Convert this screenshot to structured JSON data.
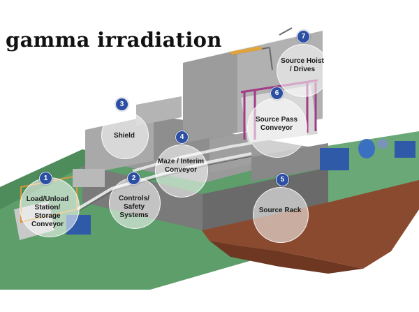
{
  "title": "gamma irradiation",
  "callouts": [
    {
      "number": "1",
      "label": "Load/Unload Station/ Storage Conveyor"
    },
    {
      "number": "2",
      "label": "Controls/ Safety Systems"
    },
    {
      "number": "3",
      "label": "Shield"
    },
    {
      "number": "4",
      "label": "Maze / Interim Conveyor"
    },
    {
      "number": "5",
      "label": "Source Rack"
    },
    {
      "number": "6",
      "label": "Source Pass Conveyor"
    },
    {
      "number": "7",
      "label": "Source Hoist / Drives"
    }
  ],
  "colors": {
    "ground": "#5d9e6a",
    "concrete": "#8d8d8d",
    "concrete_light": "#a8a8a8",
    "concrete_dark": "#6a6a6a",
    "earth": "#8a4a2f",
    "source_frame": "#a23b86",
    "badge": "#2c4fa3",
    "equipment_blue": "#2e5aa8"
  }
}
